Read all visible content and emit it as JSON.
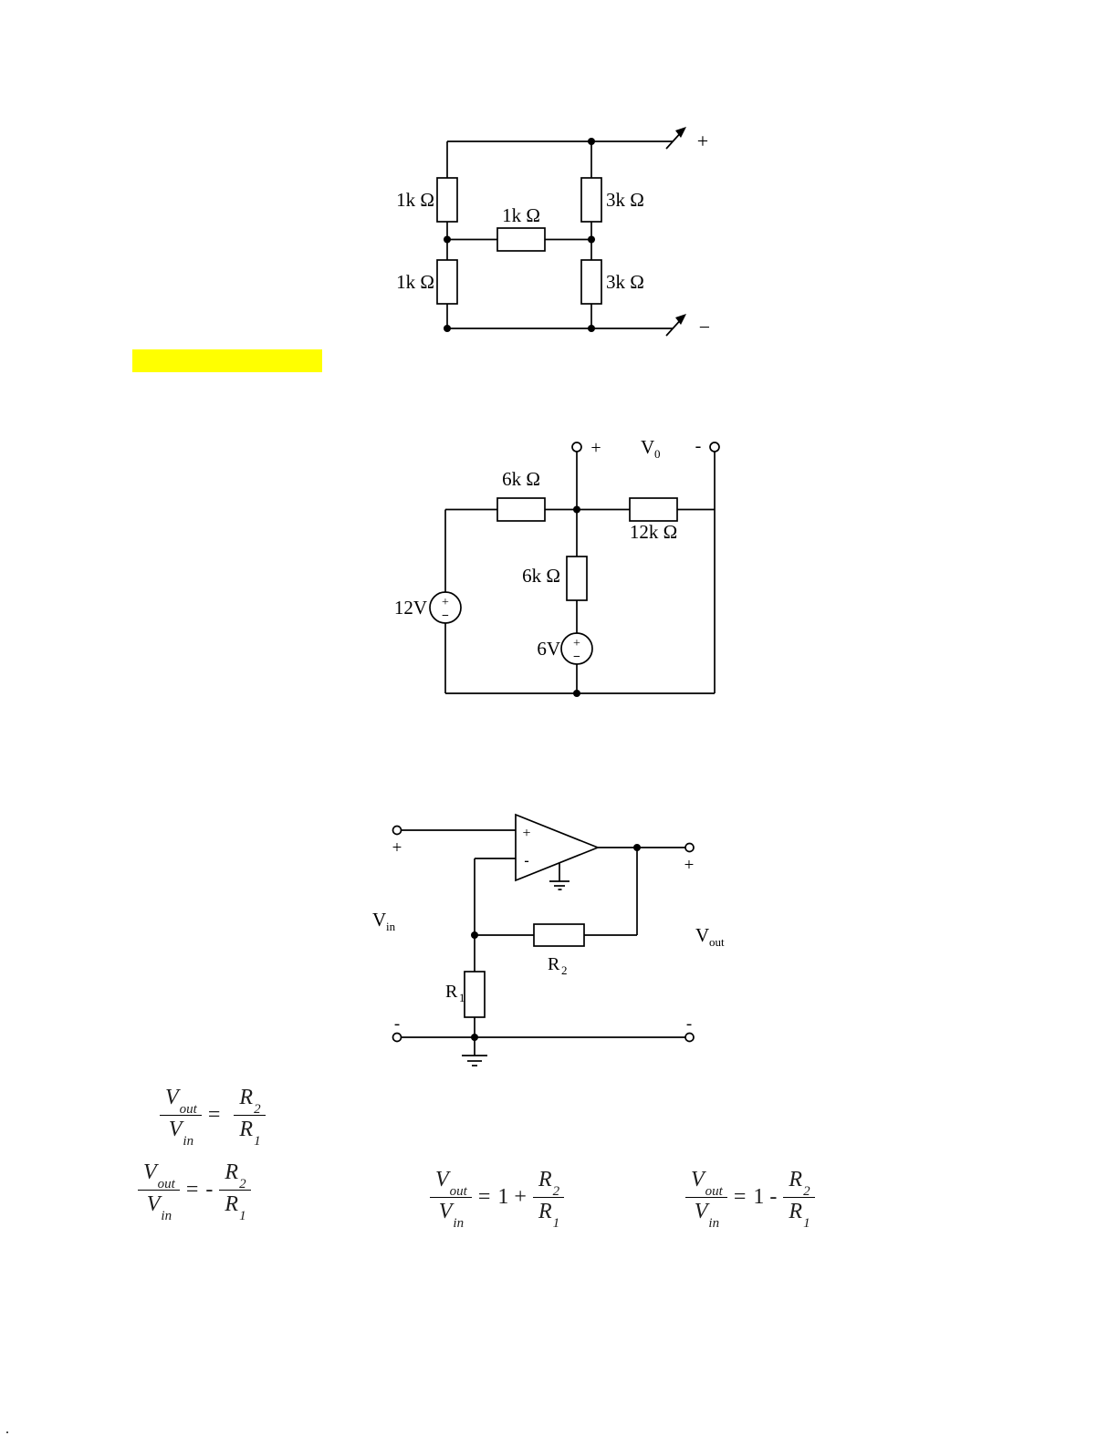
{
  "circuit1": {
    "r_top_left": "1k Ω",
    "r_bottom_left": "1k Ω",
    "r_middle": "1k Ω",
    "r_top_right": "3k Ω",
    "r_bottom_right": "3k Ω",
    "terminal_plus": "+",
    "terminal_minus": "−"
  },
  "highlight": {
    "color": "#ffff00"
  },
  "circuit2": {
    "v_plus": "+",
    "v_minus": "-",
    "v0_base": "V",
    "v0_sub": "0",
    "r_top": "6k Ω",
    "r_mid": "6k Ω",
    "r_right": "12k Ω",
    "src_left_label": "12V",
    "src_bottom_label": "6V",
    "src_plus": "+",
    "src_minus": "−"
  },
  "circuit3": {
    "opamp_plus": "+",
    "opamp_minus": "-",
    "in_plus": "+",
    "in_minus": "-",
    "out_plus": "+",
    "out_minus": "-",
    "vin_base": "V",
    "vin_sub": "in",
    "vout_base": "V",
    "vout_sub": "out",
    "r1_base": "R",
    "r1_sub": "1",
    "r2_base": "R",
    "r2_sub": "2"
  },
  "formulas": [
    {
      "lnum": "V",
      "lnum_sub": "out",
      "lden": "V",
      "lden_sub": "in",
      "eq": "=",
      "pre": "",
      "rnum": "R",
      "rnum_sub": "2",
      "rden": "R",
      "rden_sub": "1"
    },
    {
      "lnum": "V",
      "lnum_sub": "out",
      "lden": "V",
      "lden_sub": "in",
      "eq": "=",
      "pre": "-",
      "rnum": "R",
      "rnum_sub": "2",
      "rden": "R",
      "rden_sub": "1"
    },
    {
      "lnum": "V",
      "lnum_sub": "out",
      "lden": "V",
      "lden_sub": "in",
      "eq": "=",
      "pre": "1 +",
      "rnum": "R",
      "rnum_sub": "2",
      "rden": "R",
      "rden_sub": "1"
    },
    {
      "lnum": "V",
      "lnum_sub": "out",
      "lden": "V",
      "lden_sub": "in",
      "eq": "=",
      "pre": "1 -",
      "rnum": "R",
      "rnum_sub": "2",
      "rden": "R",
      "rden_sub": "1"
    }
  ],
  "footer": {
    "period": "."
  }
}
